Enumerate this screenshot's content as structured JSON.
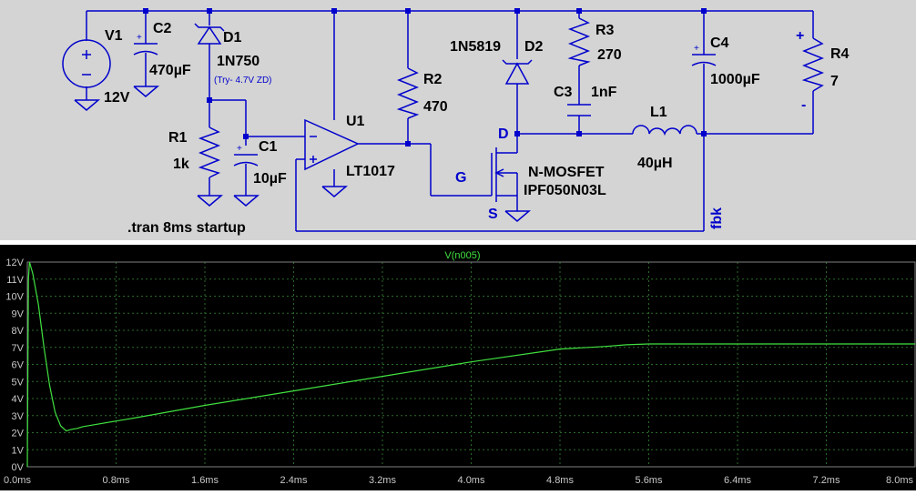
{
  "schematic": {
    "labels": {
      "v1_name": "V1",
      "v1_value": "12V",
      "c2_name": "C2",
      "c2_value": "470µF",
      "d1_name": "D1",
      "d1_model": "1N750",
      "d1_note": "(Try- 4.7V ZD)",
      "r1_name": "R1",
      "r1_value": "1k",
      "c1_name": "C1",
      "c1_value": "10µF",
      "u1_name": "U1",
      "u1_model": "LT1017",
      "r2_name": "R2",
      "r2_value": "470",
      "d2_model": "1N5819",
      "d2_name": "D2",
      "r3_name": "R3",
      "r3_value": "270",
      "c3_name": "C3",
      "c3_value": "1nF",
      "l1_name": "L1",
      "l1_value": "40µH",
      "c4_name": "C4",
      "c4_value": "1000µF",
      "r4_name": "R4",
      "r4_value": "7",
      "plus": "+",
      "minus": "-",
      "m1_pin_d": "D",
      "m1_pin_g": "G",
      "m1_pin_s": "S",
      "m1_type": "N-MOSFET",
      "m1_model": "IPF050N03L",
      "fbk": "fbk",
      "directive": ".tran 8ms startup"
    },
    "colors": {
      "wire": "#0000cc",
      "background": "#d4d4d4",
      "node": "#0000cc"
    }
  },
  "chart_data": {
    "type": "line",
    "title": "V(n005)",
    "xlabel": "",
    "ylabel": "",
    "x_ticks": [
      "0.0ms",
      "0.8ms",
      "1.6ms",
      "2.4ms",
      "3.2ms",
      "4.0ms",
      "4.8ms",
      "5.6ms",
      "6.4ms",
      "7.2ms",
      "8.0ms"
    ],
    "y_ticks": [
      "0V",
      "1V",
      "2V",
      "3V",
      "4V",
      "5V",
      "6V",
      "7V",
      "8V",
      "9V",
      "10V",
      "11V",
      "12V"
    ],
    "xlim": [
      0,
      8.0
    ],
    "ylim": [
      0,
      12
    ],
    "grid": true,
    "colors": {
      "trace": "#40e040",
      "grid": "#2a6a2a",
      "axis_text": "#c8c8c8",
      "title": "#40e040"
    },
    "series": [
      {
        "name": "V(n005)",
        "x": [
          0.0,
          0.01,
          0.02,
          0.05,
          0.1,
          0.15,
          0.2,
          0.25,
          0.3,
          0.35,
          0.4,
          0.45,
          0.5,
          1.0,
          1.6,
          2.4,
          3.2,
          4.0,
          4.8,
          5.2,
          5.4,
          5.6,
          6.0,
          6.4,
          6.8,
          7.2,
          7.6,
          8.0
        ],
        "y": [
          0.0,
          11.0,
          12.0,
          11.3,
          9.5,
          7.0,
          4.8,
          3.2,
          2.4,
          2.1,
          2.2,
          2.25,
          2.35,
          2.9,
          3.6,
          4.45,
          5.3,
          6.15,
          6.9,
          7.05,
          7.15,
          7.2,
          7.2,
          7.2,
          7.2,
          7.2,
          7.2,
          7.2
        ]
      }
    ]
  }
}
